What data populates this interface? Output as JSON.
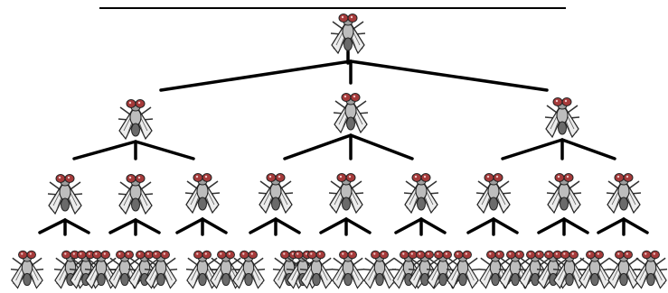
{
  "header": {
    "text": "",
    "rule_visible": true
  },
  "diagram": {
    "kind": "tree",
    "levels": [
      1,
      3,
      9,
      27
    ],
    "branching": 3,
    "node_icon": "housefly-icon",
    "colors": {
      "eyes": "#a53a3a",
      "wings": "#e9e9e9",
      "body": "#6a6a6a",
      "lines": "#000000"
    }
  }
}
